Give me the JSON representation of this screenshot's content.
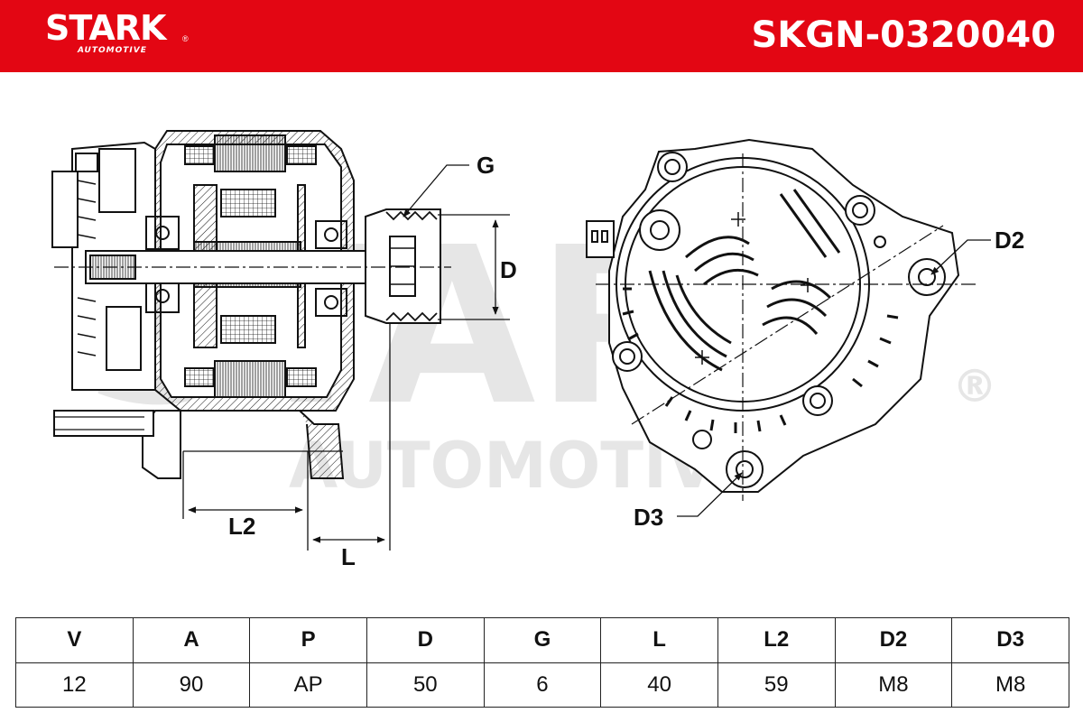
{
  "brand": {
    "name": "STARK",
    "subtitle": "AUTOMOTIVE",
    "registered": "®"
  },
  "part_number": "SKGN-0320040",
  "watermark": {
    "main": "STARK",
    "sub": "AUTOMOTIVE",
    "registered": "®"
  },
  "dimension_labels": {
    "G": "G",
    "D": "D",
    "L2": "L2",
    "L": "L",
    "D2": "D2",
    "D3": "D3"
  },
  "spec_table": {
    "headers": [
      "V",
      "A",
      "P",
      "D",
      "G",
      "L",
      "L2",
      "D2",
      "D3"
    ],
    "values": [
      "12",
      "90",
      "AP",
      "50",
      "6",
      "40",
      "59",
      "M8",
      "M8"
    ]
  },
  "colors": {
    "brand_red": "#e30613",
    "line": "#111111",
    "watermark": "#e6e6e6"
  }
}
